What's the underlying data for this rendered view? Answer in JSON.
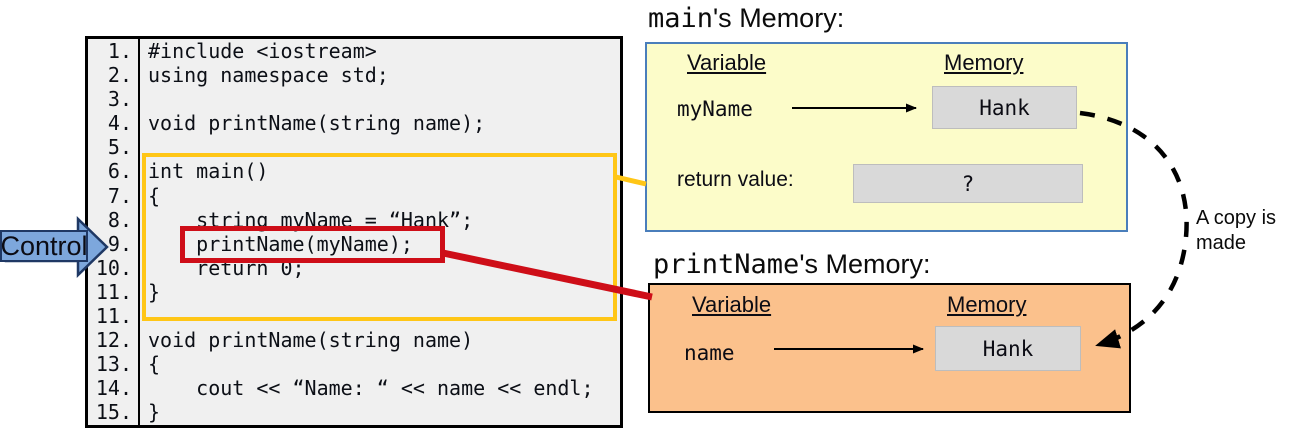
{
  "control": {
    "label": "Control"
  },
  "code": {
    "lines": [
      {
        "num": "1.",
        "text": "#include <iostream>"
      },
      {
        "num": "2.",
        "text": "using namespace std;"
      },
      {
        "num": "3.",
        "text": ""
      },
      {
        "num": "4.",
        "text": "void printName(string name);"
      },
      {
        "num": "5.",
        "text": ""
      },
      {
        "num": "6.",
        "text": "int main()"
      },
      {
        "num": "7.",
        "text": "{"
      },
      {
        "num": "8.",
        "text": "    string myName = “Hank”;"
      },
      {
        "num": "9.",
        "text": "    printName(myName);"
      },
      {
        "num": "10.",
        "text": "    return 0;"
      },
      {
        "num": "11.",
        "text": "}"
      },
      {
        "num": "11.",
        "text": ""
      },
      {
        "num": "12.",
        "text": "void printName(string name)"
      },
      {
        "num": "13.",
        "text": "{"
      },
      {
        "num": "14.",
        "text": "    cout << “Name: “ << name << endl;"
      },
      {
        "num": "15.",
        "text": "}"
      }
    ]
  },
  "main_memory": {
    "title_code": "main",
    "title_suffix": "'s Memory:",
    "headers": {
      "variable": "Variable",
      "memory": "Memory"
    },
    "rows": [
      {
        "label": "myName",
        "value": "Hank"
      },
      {
        "label": "return value:",
        "value": "?"
      }
    ]
  },
  "printname_memory": {
    "title_code": "printName",
    "title_suffix": "'s Memory:",
    "headers": {
      "variable": "Variable",
      "memory": "Memory"
    },
    "rows": [
      {
        "label": "name",
        "value": "Hank"
      }
    ]
  },
  "annotation": {
    "line1": "A copy is",
    "line2": "made"
  },
  "colors": {
    "code_bg": "#f0f0f0",
    "scope_highlight": "#ffc616",
    "call_highlight": "#ce0e18",
    "main_memory_bg": "#fcfcc9",
    "main_memory_border": "#4a7ebb",
    "printname_memory_bg": "#fbc18c",
    "value_box_bg": "#d9d9d9",
    "control_fill": "#7da7dc",
    "control_border": "#1f3864"
  }
}
